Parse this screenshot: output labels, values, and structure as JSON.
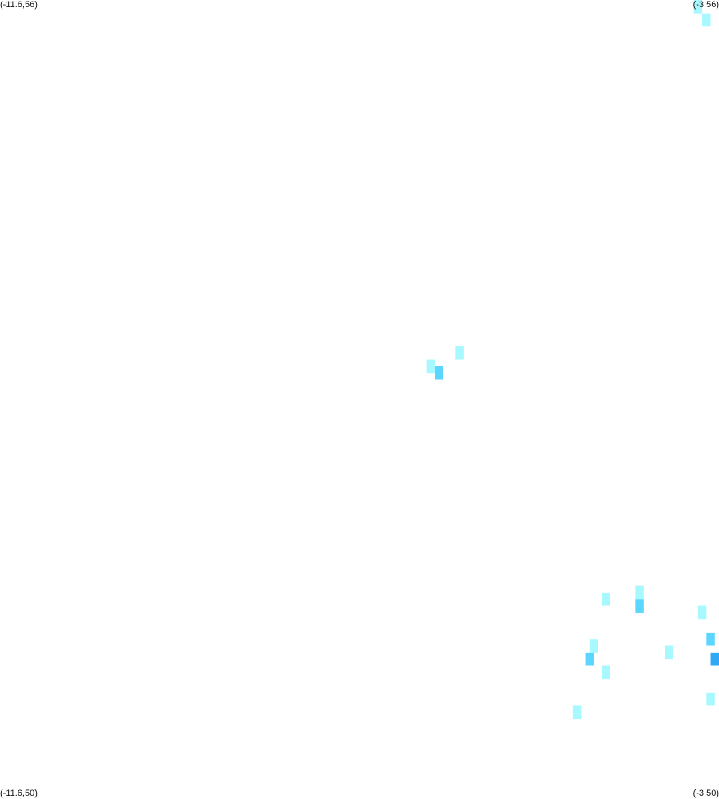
{
  "corners": {
    "top_left": "(-11.6,56)",
    "top_right": "(-3,56)",
    "bottom_left": "(-11.6,50)",
    "bottom_right": "(-3,50)"
  },
  "colors": {
    "background": "#ffffff",
    "level_1": "#a8f8ff",
    "level_2": "#5cd6ff",
    "level_3": "#2fa8f5"
  },
  "chart_data": {
    "type": "heatmap",
    "xlim": [
      -11.6,
      -3
    ],
    "ylim": [
      50,
      56
    ],
    "cells": [
      {
        "lon": -3.25,
        "lat": 55.95,
        "level": 1
      },
      {
        "lon": -3.15,
        "lat": 55.85,
        "level": 1
      },
      {
        "lon": -6.45,
        "lat": 53.25,
        "level": 1
      },
      {
        "lon": -6.1,
        "lat": 53.35,
        "level": 1
      },
      {
        "lon": -6.35,
        "lat": 53.2,
        "level": 2
      },
      {
        "lon": -4.35,
        "lat": 51.5,
        "level": 1
      },
      {
        "lon": -3.95,
        "lat": 51.55,
        "level": 1
      },
      {
        "lon": -3.95,
        "lat": 51.45,
        "level": 2
      },
      {
        "lon": -3.2,
        "lat": 51.4,
        "level": 1
      },
      {
        "lon": -3.1,
        "lat": 51.2,
        "level": 2
      },
      {
        "lon": -3.05,
        "lat": 51.05,
        "level": 3
      },
      {
        "lon": -4.5,
        "lat": 51.15,
        "level": 1
      },
      {
        "lon": -4.55,
        "lat": 51.05,
        "level": 2
      },
      {
        "lon": -4.35,
        "lat": 50.95,
        "level": 1
      },
      {
        "lon": -4.7,
        "lat": 50.65,
        "level": 1
      },
      {
        "lon": -3.6,
        "lat": 51.1,
        "level": 1
      },
      {
        "lon": -3.1,
        "lat": 50.75,
        "level": 1
      }
    ]
  }
}
